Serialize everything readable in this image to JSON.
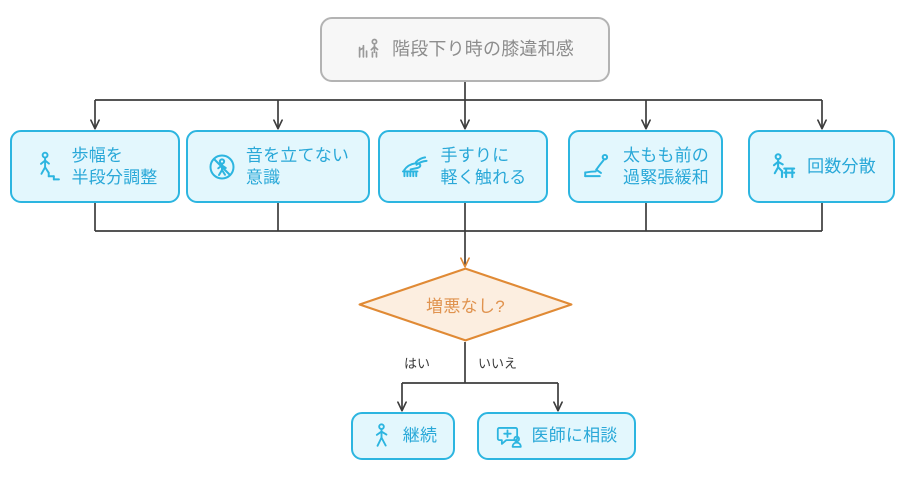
{
  "diagram": {
    "type": "flowchart",
    "orientation": "top-down",
    "background_color": "#ffffff",
    "palette": {
      "node_border": "#2cb5e0",
      "node_fill": "#e3f7fd",
      "node_text": "#29a8d8",
      "start_border": "#b3b3b3",
      "start_fill": "#f7f7f7",
      "start_text": "#8d8d8d",
      "decision_border": "#e08a35",
      "decision_fill": "#fceee0",
      "decision_text": "#e0934f",
      "connector": "#3d3d3d"
    }
  },
  "start": {
    "label": "階段下り時の膝違和感",
    "icon": "person-descending-stairs-icon"
  },
  "actions": [
    {
      "label": "歩幅を\n半段分調整",
      "icon": "walking-step-icon"
    },
    {
      "label": "音を立てない\n意識",
      "icon": "no-noise-icon"
    },
    {
      "label": "手すりに\n軽く触れる",
      "icon": "handrail-touch-icon"
    },
    {
      "label": "太もも前の\n過緊張緩和",
      "icon": "quadriceps-stretch-icon"
    },
    {
      "label": "回数分散",
      "icon": "seated-rest-icon"
    }
  ],
  "decision": {
    "label": "増悪なし?",
    "branches": {
      "yes": "はい",
      "no": "いいえ"
    }
  },
  "outcomes": [
    {
      "label": "継続",
      "icon": "walking-person-icon"
    },
    {
      "label": "医師に相談",
      "icon": "doctor-consult-icon"
    }
  ]
}
